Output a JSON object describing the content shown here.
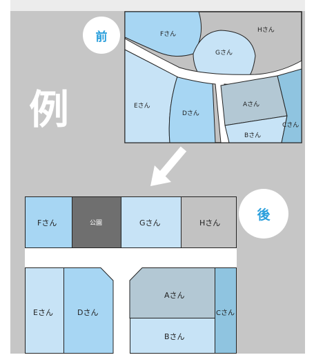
{
  "labels": {
    "before": "前",
    "after": "後",
    "example": "例"
  },
  "before_map": {
    "F": "Fさん",
    "G": "Gさん",
    "H": "Hさん",
    "E": "Eさん",
    "D": "Dさん",
    "A": "Aさん",
    "B": "Bさん",
    "C": "Cさん"
  },
  "after_map": {
    "F": "Fさん",
    "park": "公園",
    "G": "Gさん",
    "H": "Hさん",
    "E": "Eさん",
    "D": "Dさん",
    "A": "Aさん",
    "B": "Bさん",
    "C": "Cさん"
  },
  "colors": {
    "panel": "#c6c6c6",
    "lot_light": "#c7e3f6",
    "lot_mid": "#a7d6f3",
    "lot_steel": "#b3c8d4",
    "lot_blue": "#8fc4e0",
    "lot_gray": "#c2c2c2",
    "park": "#6f6f6f",
    "accent": "#2a9fdc"
  }
}
